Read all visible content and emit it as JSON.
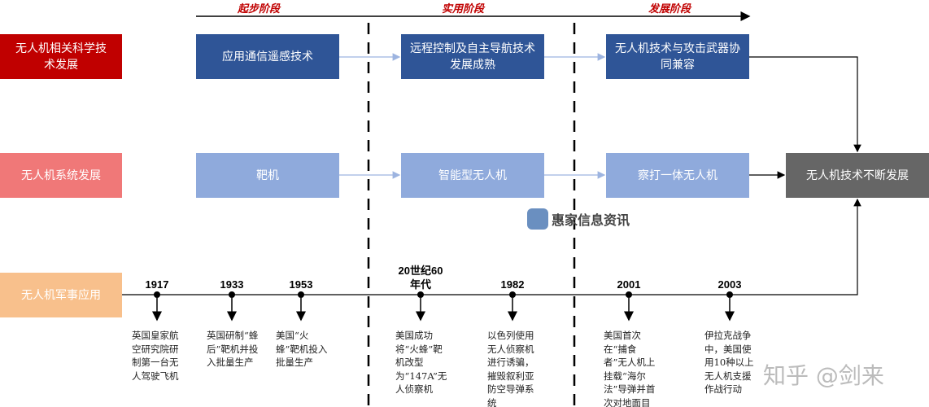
{
  "stages": [
    "起步阶段",
    "实用阶段",
    "发展阶段"
  ],
  "rows": [
    {
      "label": "无人机相关科学技术发展",
      "color": "#c00000",
      "boxes": [
        "应用通信遥感技术",
        "远程控制及自主导航技术发展成熟",
        "无人机技术与攻击武器协同兼容"
      ]
    },
    {
      "label": "无人机系统发展",
      "color": "#f07878",
      "boxes": [
        "靶机",
        "智能型无人机",
        "察打一体无人机"
      ]
    },
    {
      "label": "无人机军事应用",
      "color": "#f8c08c"
    }
  ],
  "final_box": "无人机技术不断发展",
  "timeline": [
    {
      "year": "1917",
      "desc": "英国皇家航空研究院研制第一台无人驾驶飞机"
    },
    {
      "year": "1933",
      "desc": "英国研制“蜂后”靶机并投入批量生产"
    },
    {
      "year": "1953",
      "desc": "美国“火蜂”靶机投入批量生产"
    },
    {
      "year": "20世纪60年代",
      "desc": "美国成功将“火蜂”靶机改型为“147A”无人侦察机"
    },
    {
      "year": "1982",
      "desc": "以色列使用无人侦察机进行诱骗，摧毁叙利亚防空导弹系统"
    },
    {
      "year": "2001",
      "desc": "美国首次在“捕食者”无人机上挂载“海尔法”导弹并首次对地面目标实施打击"
    },
    {
      "year": "2003",
      "desc": "伊拉克战争中，美国使用10种以上无人机支援作战行动"
    }
  ],
  "colors": {
    "dark_blue": "#2f5597",
    "light_blue": "#8faadc",
    "final": "#666666",
    "stage_text": "#c00000"
  },
  "watermarks": [
    "惠家信息资讯",
    "知乎 @剑来"
  ]
}
